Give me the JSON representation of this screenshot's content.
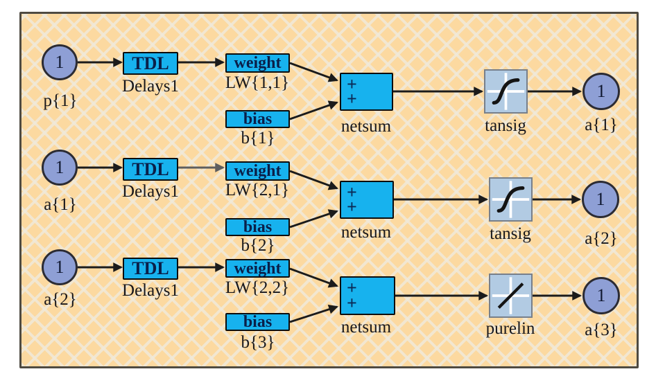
{
  "figure": {
    "type": "simulink-neural-network-diagram",
    "colors": {
      "frame_fill": "#fcd9a0",
      "lattice_line": "#f0e9d9",
      "frame_border": "#4e4a41",
      "block_fill": "#17b2ee",
      "block_text": "#0a1f49",
      "node_fill": "#8e9fd5",
      "transfer_fill": "#b2cbe3",
      "arrow": "#1b1b1b",
      "arrow_alt": "#5e5e5e",
      "label": "#17171c"
    },
    "rows": [
      {
        "source": {
          "value": "1",
          "label": "p{1}"
        },
        "tdl": {
          "title": "TDL",
          "label": "Delays1"
        },
        "weight": {
          "title": "weight",
          "label": "LW{1,1}"
        },
        "bias": {
          "title": "bias",
          "label": "b{1}"
        },
        "netsum": {
          "plus_top": "+",
          "plus_bottom": "+",
          "label": "netsum"
        },
        "transfer": {
          "type": "tansig",
          "label": "tansig",
          "icon": "s-curve-icon"
        },
        "output": {
          "value": "1",
          "label": "a{1}"
        }
      },
      {
        "source": {
          "value": "1",
          "label": "a{1}"
        },
        "tdl": {
          "title": "TDL",
          "label": "Delays1"
        },
        "weight": {
          "title": "weight",
          "label": "LW{2,1}"
        },
        "bias": {
          "title": "bias",
          "label": "b{2}"
        },
        "netsum": {
          "plus_top": "+",
          "plus_bottom": "+",
          "label": "netsum"
        },
        "transfer": {
          "type": "tansig",
          "label": "tansig",
          "icon": "s-curve-icon"
        },
        "output": {
          "value": "1",
          "label": "a{2}"
        }
      },
      {
        "source": {
          "value": "1",
          "label": "a{2}"
        },
        "tdl": {
          "title": "TDL",
          "label": "Delays1"
        },
        "weight": {
          "title": "weight",
          "label": "LW{2,2}"
        },
        "bias": {
          "title": "bias",
          "label": "b{3}"
        },
        "netsum": {
          "plus_top": "+",
          "plus_bottom": "+",
          "label": "netsum"
        },
        "transfer": {
          "type": "purelin",
          "label": "purelin",
          "icon": "diagonal-line-icon"
        },
        "output": {
          "value": "1",
          "label": "a{3}"
        }
      }
    ]
  }
}
